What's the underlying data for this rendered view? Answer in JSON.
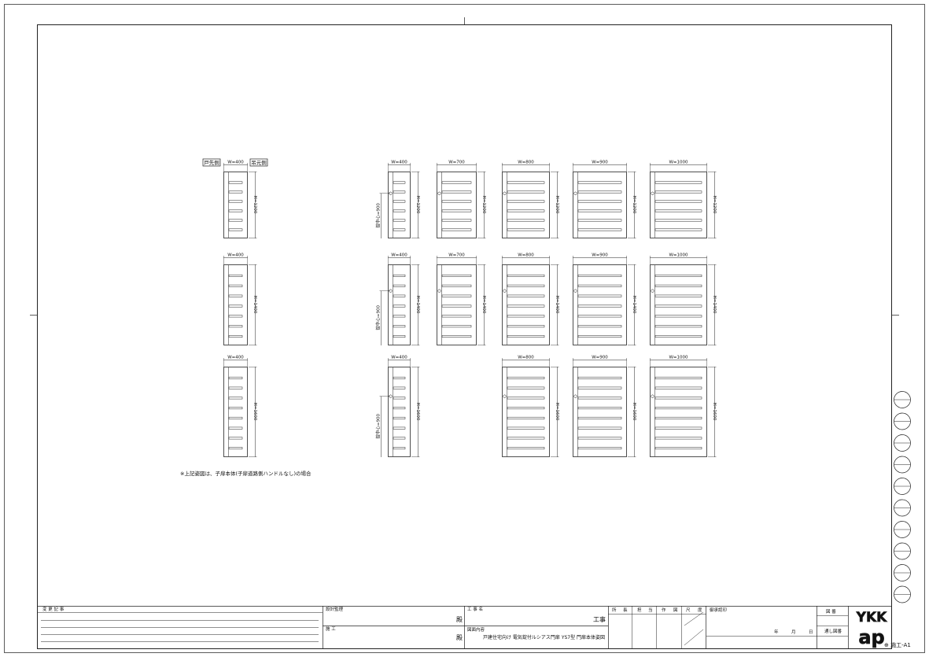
{
  "labels": {
    "tomoto": "戸先側",
    "tsuri": "吊元側",
    "handle_center": "錠中心=900",
    "note": "※上記姿図は、子扉本体(子扉道路側ハンドルなし)の場合"
  },
  "doors": [
    {
      "w_label": "W=400",
      "h_label": "H=1200",
      "lock": false,
      "bars": 6
    },
    {
      "w_label": "W=400",
      "h_label": "H=1400",
      "lock": false,
      "bars": 7
    },
    {
      "w_label": "W=400",
      "h_label": "H=1600",
      "lock": false,
      "bars": 8
    },
    {
      "w_label": "W=400",
      "h_label": "H=1200",
      "lock": true,
      "bars": 6
    },
    {
      "w_label": "W=700",
      "h_label": "H=1200",
      "lock": true,
      "bars": 6
    },
    {
      "w_label": "W=800",
      "h_label": "H=1200",
      "lock": true,
      "bars": 6
    },
    {
      "w_label": "W=900",
      "h_label": "H=1200",
      "lock": true,
      "bars": 6
    },
    {
      "w_label": "W=1000",
      "h_label": "H=1200",
      "lock": true,
      "bars": 6
    },
    {
      "w_label": "W=400",
      "h_label": "H=1400",
      "lock": true,
      "bars": 7
    },
    {
      "w_label": "W=700",
      "h_label": "H=1400",
      "lock": true,
      "bars": 7
    },
    {
      "w_label": "W=800",
      "h_label": "H=1400",
      "lock": true,
      "bars": 7
    },
    {
      "w_label": "W=900",
      "h_label": "H=1400",
      "lock": true,
      "bars": 7
    },
    {
      "w_label": "W=1000",
      "h_label": "H=1400",
      "lock": true,
      "bars": 7
    },
    {
      "w_label": "W=400",
      "h_label": "H=1600",
      "lock": true,
      "bars": 8
    },
    {
      "w_label": "W=800",
      "h_label": "H=1600",
      "lock": true,
      "bars": 8
    },
    {
      "w_label": "W=900",
      "h_label": "H=1600",
      "lock": true,
      "bars": 8
    },
    {
      "w_label": "W=1000",
      "h_label": "H=1600",
      "lock": true,
      "bars": 8
    }
  ],
  "title_block": {
    "revision_header": "変 更 記 事",
    "design_supervisor": "設計監理",
    "contractor": "施 工",
    "honorific": "殿",
    "project_name_label": "工 事 名",
    "project_suffix": "工事",
    "drawing_content_label": "図面内容",
    "drawing_content": "戸建住宅向け 電気錠付ルシアス門扉 YS7型 門扉本体姿図",
    "stamp_headers": [
      "所",
      "長",
      "担",
      "当",
      "作",
      "図",
      "尺",
      "度"
    ],
    "approval_label": "御承認印",
    "year": "年",
    "month": "月",
    "day": "日",
    "drawing_no_label": "図 番",
    "sheet_no_label": "通し図番",
    "logo": "YKK ap",
    "sheet_code": "⊕ 施工-A1"
  }
}
